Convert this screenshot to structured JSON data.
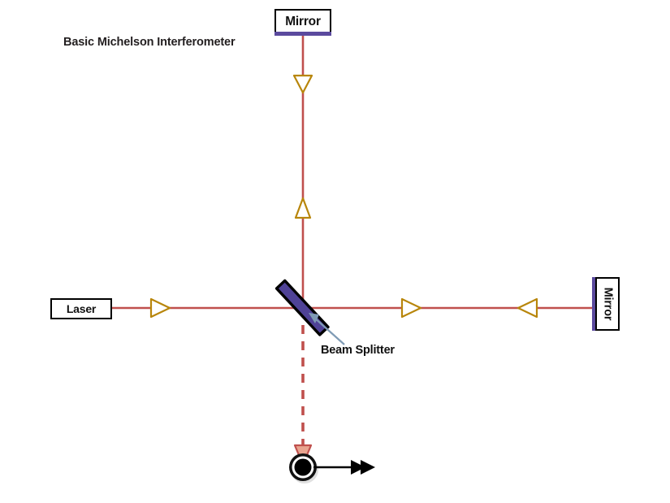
{
  "title": "Basic Michelson Interferometer",
  "components": {
    "laser": {
      "label": "Laser"
    },
    "mirror_top": {
      "label": "Mirror"
    },
    "mirror_right": {
      "label": "Mirror"
    },
    "beam_splitter": {
      "label": "Beam Splitter"
    },
    "detector": {
      "label": ""
    }
  },
  "colors": {
    "beam": "#c0504d",
    "beam_arrow_outline": "#b8860b",
    "mirror_surface": "#5b4a9e",
    "beam_splitter_fill": "#4f4296",
    "beam_splitter_outline": "#000000",
    "pointer_arrow": "#7f9bb5",
    "box_outline": "#000000",
    "detector": "#000000",
    "text": "#231f20",
    "background": "#ffffff"
  }
}
